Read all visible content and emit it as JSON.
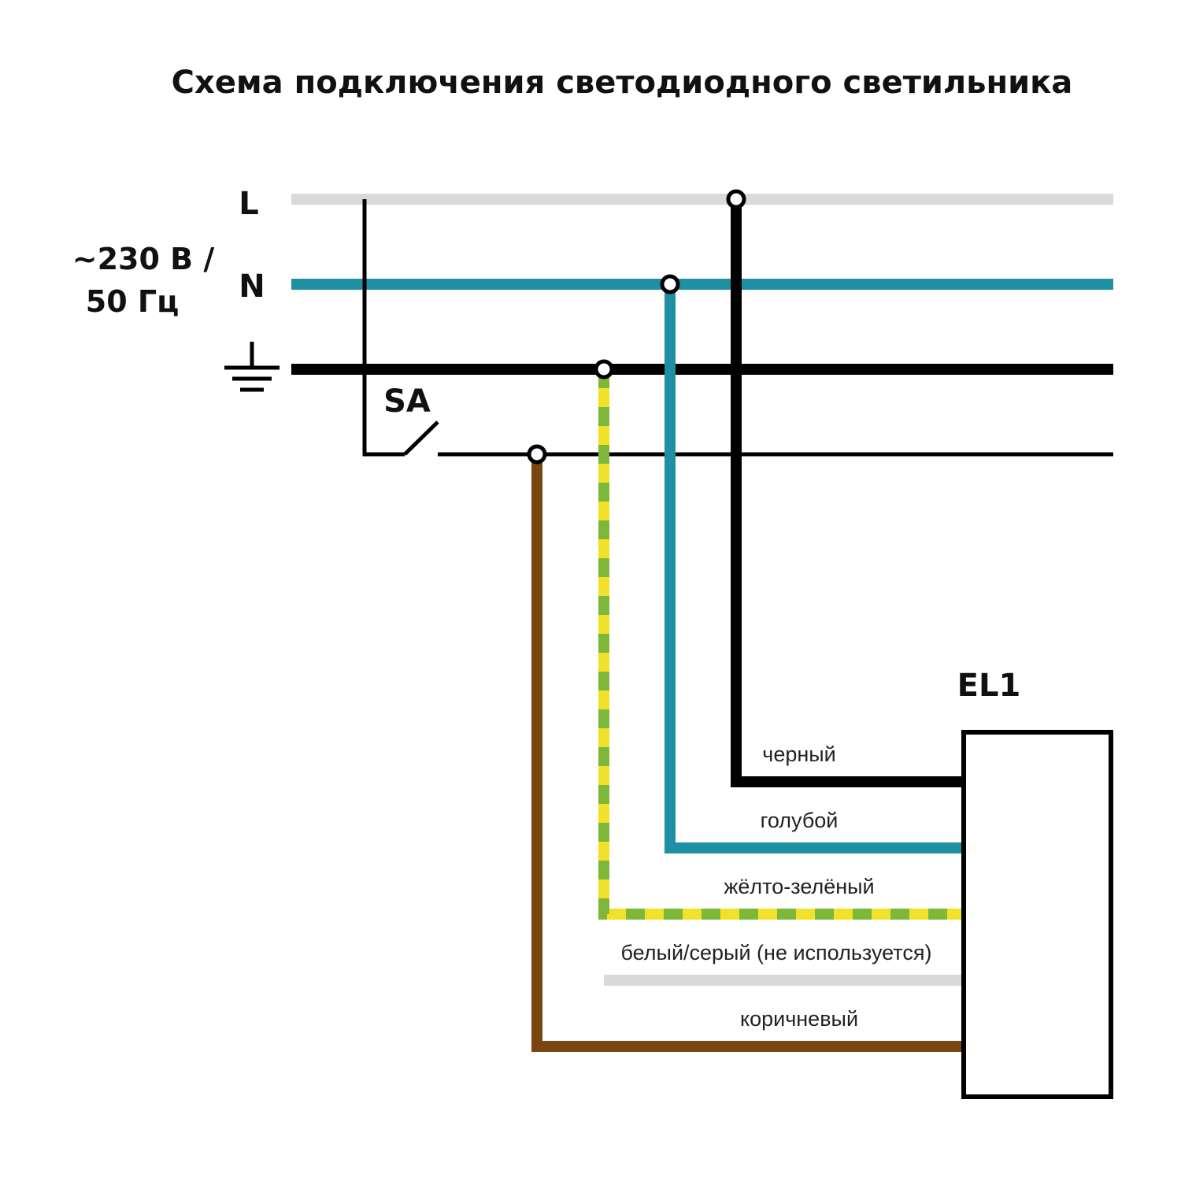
{
  "title": "Схема подключения светодиодного светильника",
  "supply": {
    "voltage_line1": "~230 В /",
    "voltage_line2": "50 Гц"
  },
  "buses": {
    "phase_label": "L",
    "neutral_label": "N",
    "ground_icon": "ground-symbol-icon"
  },
  "switch_label": "SA",
  "luminaire_label": "EL1",
  "wires": [
    {
      "label": "черный",
      "color": "#000000"
    },
    {
      "label": "голубой",
      "color": "#1f8fa3"
    },
    {
      "label": "жёлто-зелёный",
      "color": "#f2e12a",
      "color2": "#7db83a"
    },
    {
      "label": "белый/серый (не используется)",
      "color": "#d9d9d9"
    },
    {
      "label": "коричневый",
      "color": "#7a4511"
    }
  ],
  "colors": {
    "phase_bus": "#d9d9d9",
    "neutral_bus": "#1f8fa3",
    "ground_bus": "#000000",
    "switched_line": "#000000"
  }
}
